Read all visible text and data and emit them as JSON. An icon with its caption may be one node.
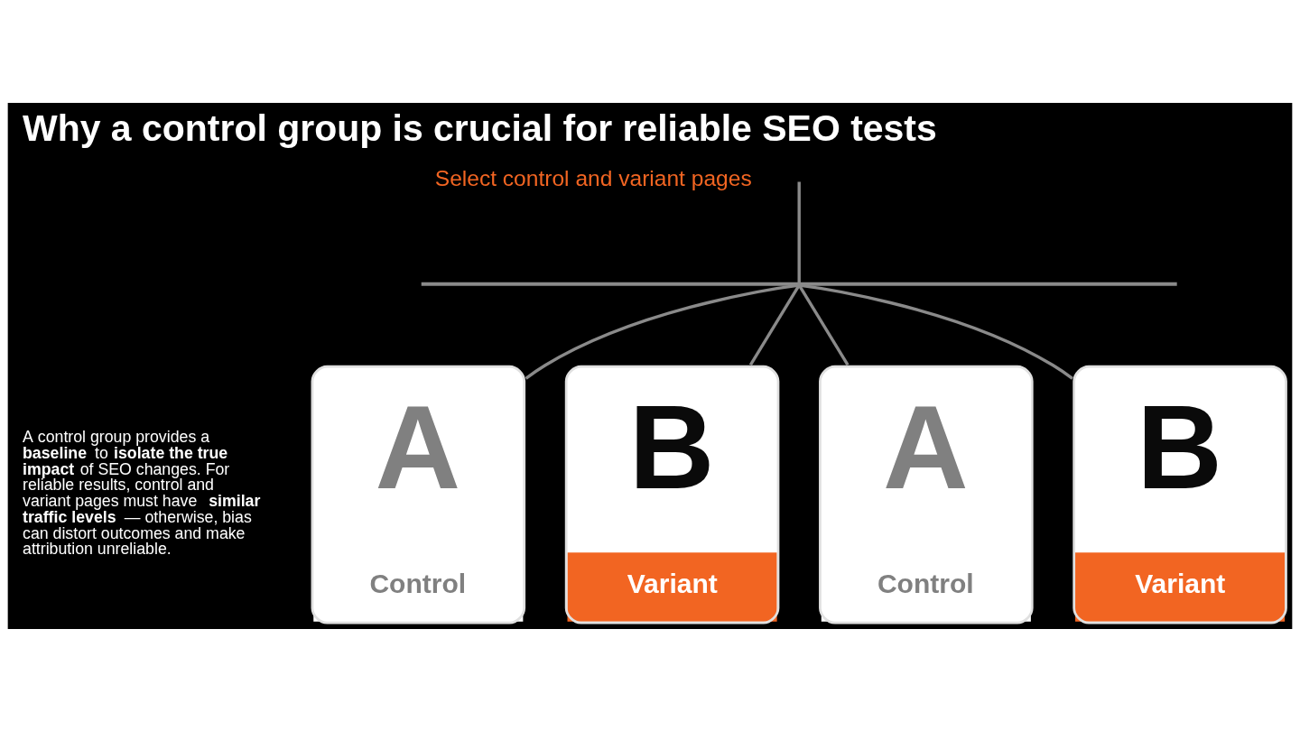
{
  "diagram": {
    "title": "Why a control group is crucial for reliable SEO tests",
    "nodes": [
      {
        "text": [],
        "shape": "bar"
      },
      {
        "text": [
          "A",
          "Control"
        ]
      },
      {
        "text": [
          "B",
          "Variant"
        ]
      },
      {
        "text": [
          "A",
          "Control"
        ]
      },
      {
        "text": [
          "B",
          "Variant"
        ]
      }
    ],
    "edges": [
      {
        "from": null,
        "to": 0,
        "arrow": "none"
      },
      {
        "from": 0,
        "to": 1,
        "arrow": "none"
      },
      {
        "from": 0,
        "to": 2,
        "arrow": "none"
      },
      {
        "from": 0,
        "to": 3,
        "arrow": "none"
      },
      {
        "from": 0,
        "to": 4,
        "arrow": "none"
      }
    ],
    "labels": [
      "Select control and variant pages",
      "A control group provides a **baseline** to **isolate the true impact** of SEO changes. For reliable results, control and variant pages must have **similar traffic levels** — otherwise, bias can distort outcomes and make attribution unreliable."
    ]
  }
}
